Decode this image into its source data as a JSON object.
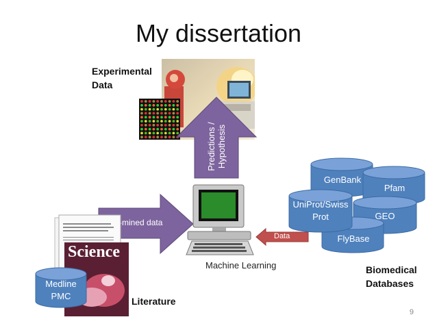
{
  "title": "My dissertation",
  "labels": {
    "experimental": "Experimental Data",
    "literature": "Literature",
    "machine_learning": "Machine Learning",
    "biomedical": "Biomedical Databases",
    "page_number": "9"
  },
  "arrows": {
    "up": "Predictions / Hypothesis",
    "right": "Text-mined data",
    "left": "Data"
  },
  "literature_db": "Medline PMC",
  "magazine_title": "Science",
  "databases": [
    "GenBank",
    "Pfam",
    "UniProt/SwissProt",
    "GEO",
    "FlyBase"
  ],
  "colors": {
    "arrow_purple": "#7e649e",
    "arrow_red": "#c0504d",
    "cylinder_blue": "#4f81bd",
    "cylinder_top": "#7aa2d8"
  }
}
